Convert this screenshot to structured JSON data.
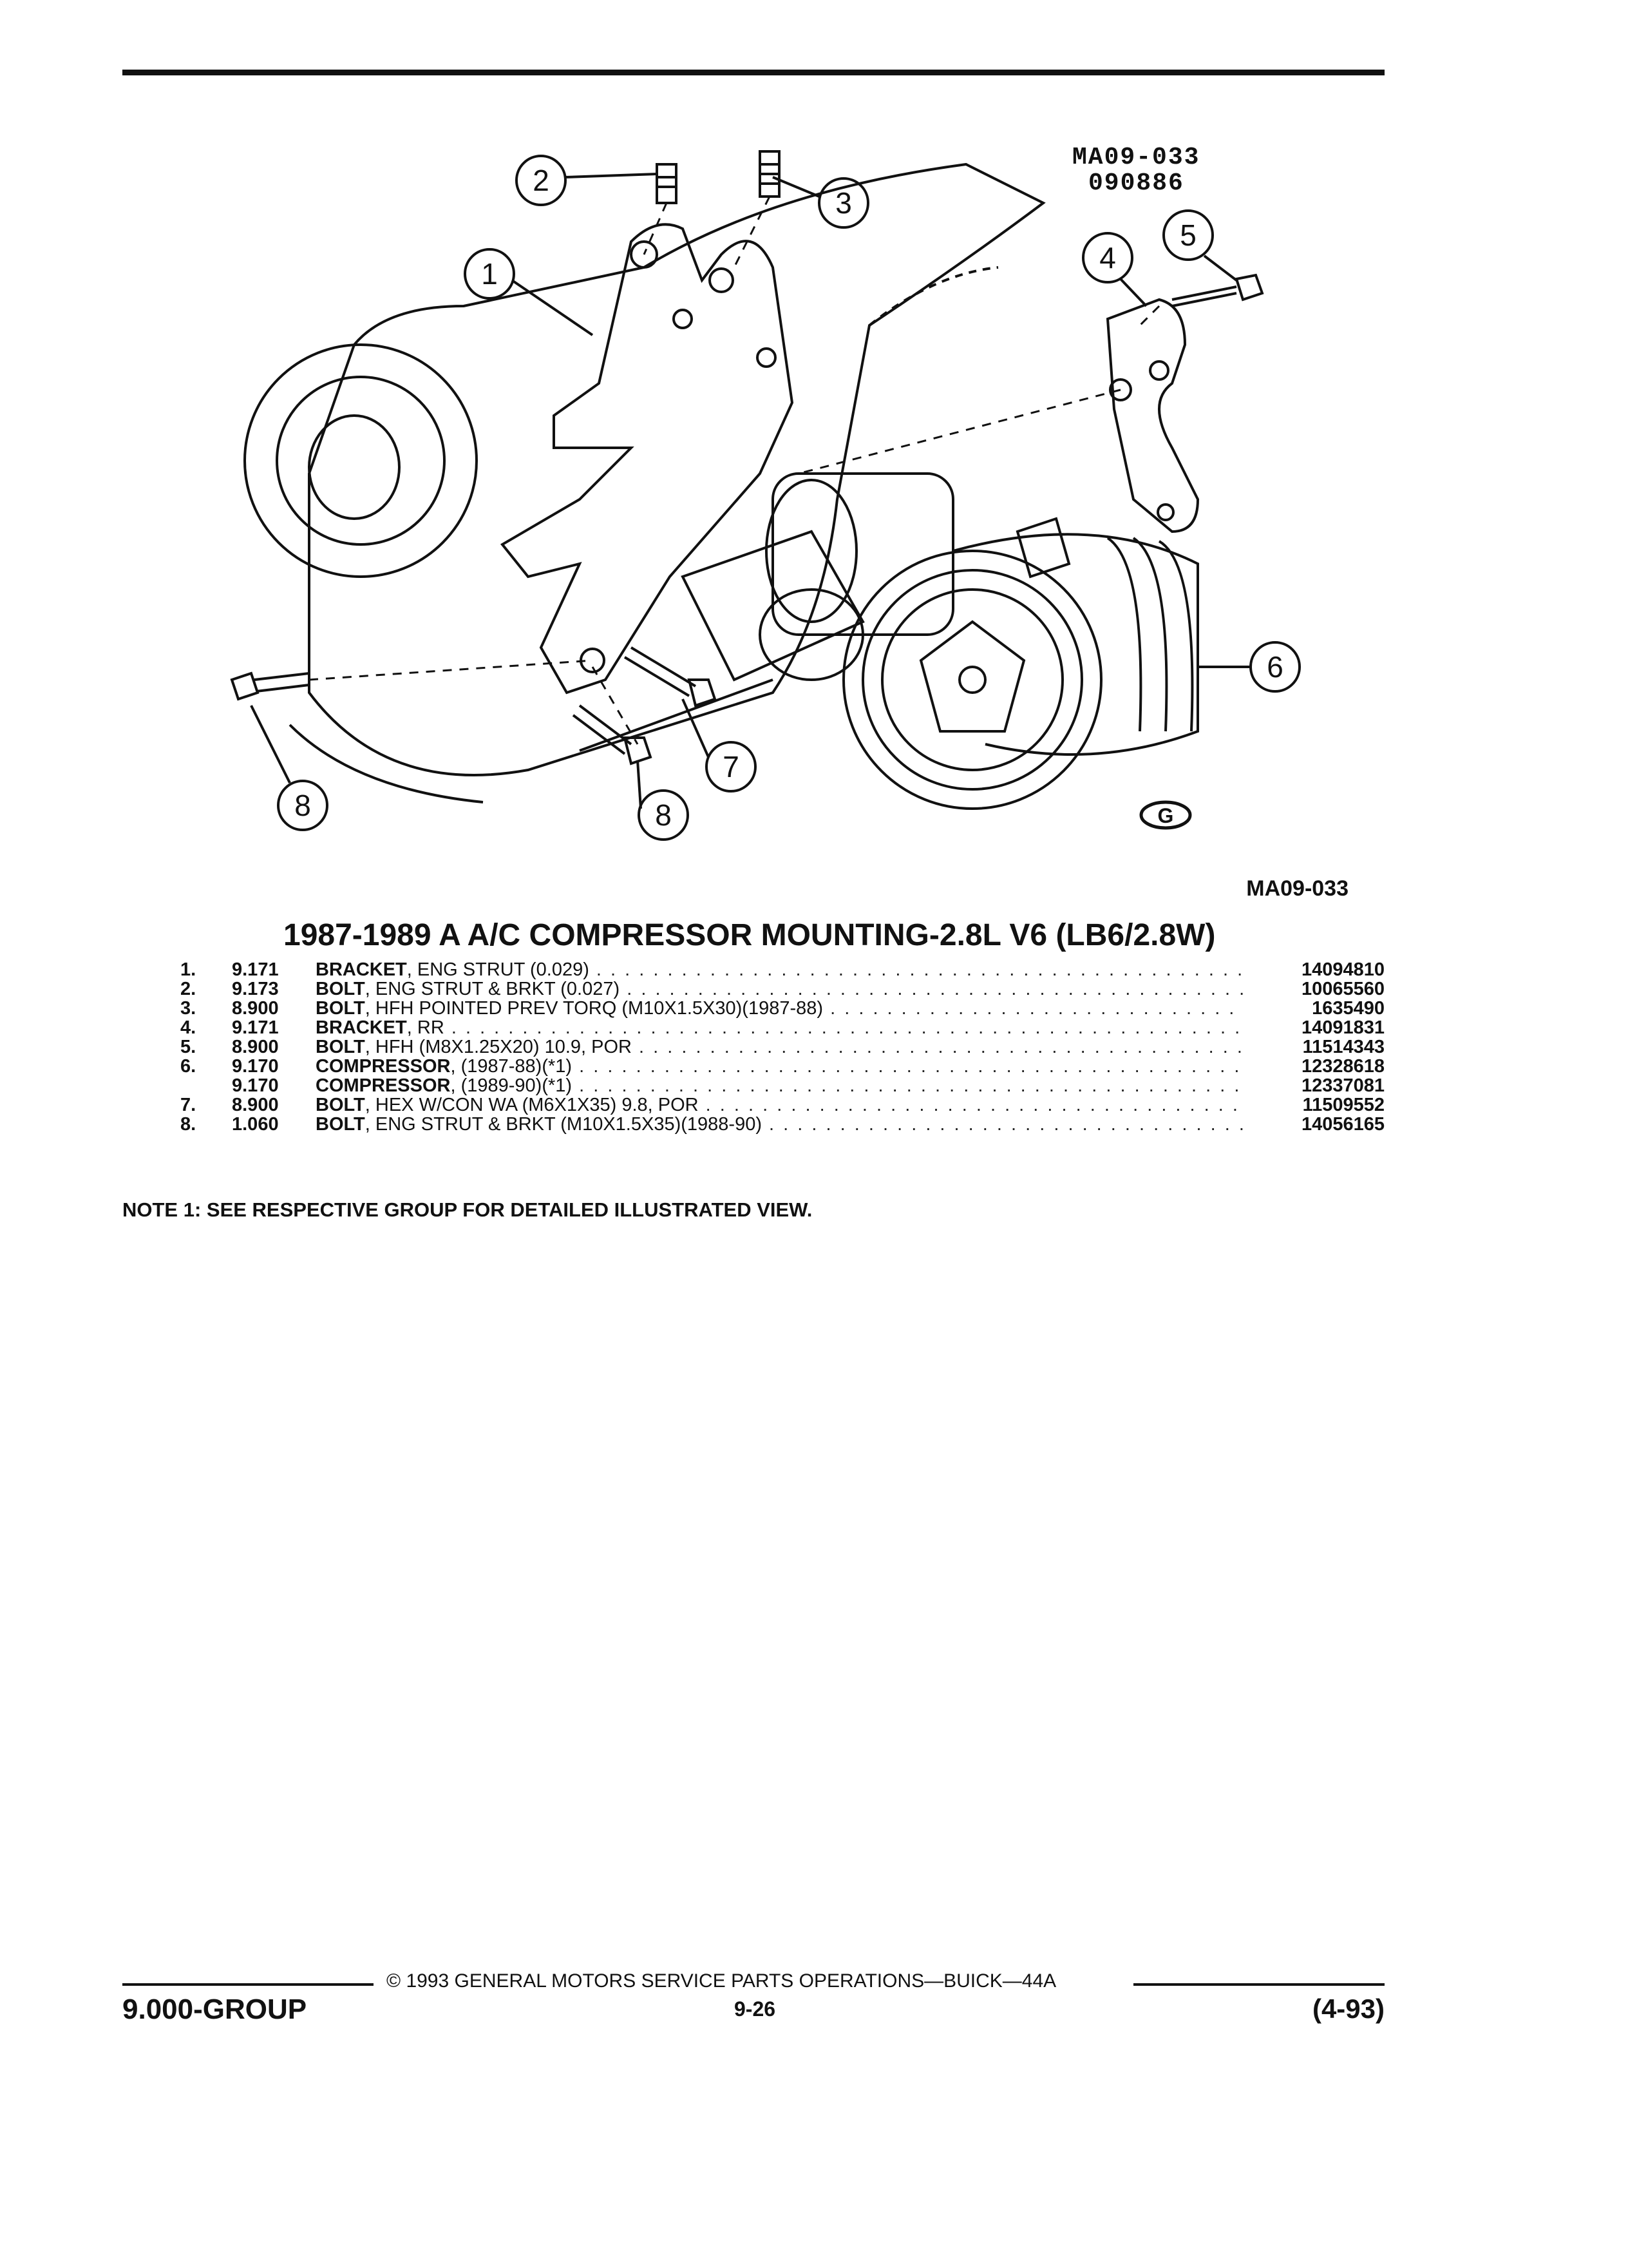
{
  "figure": {
    "code_line1": "MA09-033",
    "code_line2": "090886",
    "callouts": [
      "1",
      "2",
      "3",
      "4",
      "5",
      "6",
      "7",
      "8",
      "8"
    ],
    "logo_text": "G",
    "ref": "MA09-033"
  },
  "title": "1987-1989 A A/C COMPRESSOR MOUNTING-2.8L V6 (LB6/2.8W)",
  "parts": [
    {
      "num": "1.",
      "group": "9.171",
      "name": "BRACKET",
      "detail": ", ENG STRUT (0.029)",
      "part": "14094810"
    },
    {
      "num": "2.",
      "group": "9.173",
      "name": "BOLT",
      "detail": ", ENG STRUT & BRKT (0.027)",
      "part": "10065560"
    },
    {
      "num": "3.",
      "group": "8.900",
      "name": "BOLT",
      "detail": ", HFH POINTED PREV TORQ (M10X1.5X30)(1987-88)",
      "part": "1635490"
    },
    {
      "num": "4.",
      "group": "9.171",
      "name": "BRACKET",
      "detail": ", RR",
      "part": "14091831"
    },
    {
      "num": "5.",
      "group": "8.900",
      "name": "BOLT",
      "detail": ", HFH (M8X1.25X20) 10.9, POR",
      "part": "11514343"
    },
    {
      "num": "6.",
      "group": "9.170",
      "name": "COMPRESSOR",
      "detail": ", (1987-88)(*1)",
      "part": "12328618"
    },
    {
      "num": "",
      "group": "9.170",
      "name": "COMPRESSOR",
      "detail": ", (1989-90)(*1)",
      "part": "12337081"
    },
    {
      "num": "7.",
      "group": "8.900",
      "name": "BOLT",
      "detail": ", HEX W/CON WA (M6X1X35) 9.8, POR",
      "part": "11509552"
    },
    {
      "num": "8.",
      "group": "1.060",
      "name": "BOLT",
      "detail": ", ENG STRUT & BRKT (M10X1.5X35)(1988-90)",
      "part": "14056165"
    }
  ],
  "note": "NOTE  1:  SEE RESPECTIVE GROUP FOR DETAILED ILLUSTRATED VIEW.",
  "footer": {
    "copyright": "© 1993  GENERAL MOTORS SERVICE PARTS OPERATIONS—BUICK—44A",
    "group": "9.000-GROUP",
    "page": "9-26",
    "date": "(4-93)"
  }
}
